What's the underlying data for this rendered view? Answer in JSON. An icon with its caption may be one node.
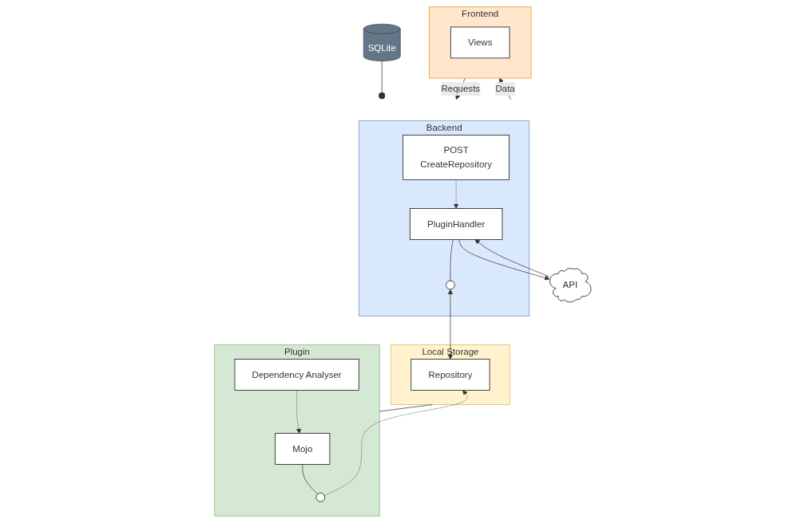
{
  "diagram": {
    "nodes": [
      {
        "text": [
          "Backend"
        ]
      },
      {
        "text": [
          "POST",
          "CreateRepository"
        ],
        "in": 0
      },
      {
        "text": [
          "PluginHandler"
        ],
        "in": 0
      },
      {
        "text": [],
        "shape": "circle",
        "in": 0
      },
      {
        "text": [
          "SQLite"
        ]
      },
      {
        "text": [
          "API"
        ]
      },
      {
        "text": [
          "Local Storage"
        ]
      },
      {
        "text": [
          "Repository"
        ],
        "in": 6
      },
      {
        "text": [
          "Frontend"
        ]
      },
      {
        "text": [
          "Views"
        ],
        "in": 8
      },
      {
        "text": [
          "Plugin"
        ]
      },
      {
        "text": [
          "Mojo"
        ],
        "in": 10
      },
      {
        "text": [
          "Dependency Analyser"
        ],
        "in": 10
      },
      {
        "text": [],
        "shape": "circle",
        "in": 10
      }
    ],
    "edges": [
      {
        "from": 1,
        "to": 2,
        "arrow": "to",
        "style": "dashed"
      },
      {
        "from": 2,
        "to": 3,
        "arrow": "none"
      },
      {
        "from": 4,
        "to": 0,
        "arrow": "other"
      },
      {
        "from": 5,
        "to": 2,
        "arrow": "to"
      },
      {
        "from": 2,
        "to": 5,
        "arrow": "to"
      },
      {
        "from": 3,
        "to": 7,
        "arrow": "both"
      },
      {
        "from": 0,
        "to": 8,
        "label": "Data",
        "arrow": "to"
      },
      {
        "from": 8,
        "to": 0,
        "label": "Requests",
        "arrow": "to"
      },
      {
        "from": 6,
        "to": 10,
        "arrow": "none"
      },
      {
        "from": 12,
        "to": 11,
        "arrow": "to",
        "style": "dashed"
      },
      {
        "from": 11,
        "to": 13,
        "arrow": "none"
      },
      {
        "from": 13,
        "to": 7,
        "arrow": "to",
        "style": "dashed"
      }
    ]
  }
}
